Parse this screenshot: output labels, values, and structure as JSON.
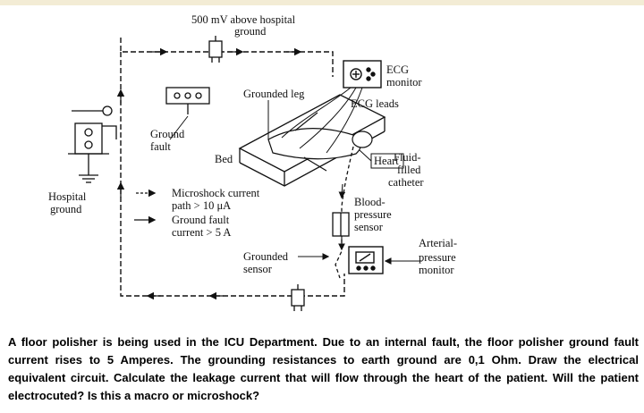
{
  "diagram": {
    "labels": {
      "potential_line1": "500 mV above hospital",
      "potential_line2": "ground",
      "ecg_monitor_line1": "ECG",
      "ecg_monitor_line2": "monitor",
      "grounded_leg": "Grounded leg",
      "ecg_leads": "ECG leads",
      "ground_fault_line1": "Ground",
      "ground_fault_line2": "fault",
      "bed": "Bed",
      "heart": "Heart",
      "fluid_line1": "Fluid-",
      "fluid_line2": "filled",
      "fluid_line3": "catheter",
      "hospital_ground_line1": "Hospital",
      "hospital_ground_line2": "ground",
      "legend_micro_line1": "Microshock current",
      "legend_micro_line2": "path > 10 μA",
      "legend_ground_line1": "Ground fault",
      "legend_ground_line2": "current > 5 A",
      "bp_sensor_line1": "Blood-",
      "bp_sensor_line2": "pressure",
      "bp_sensor_line3": "sensor",
      "grounded_sensor_line1": "Grounded",
      "grounded_sensor_line2": "sensor",
      "arterial_line1": "Arterial-",
      "arterial_line2": "pressure",
      "arterial_line3": "monitor"
    }
  },
  "question": "A floor polisher is being used in the ICU Department. Due to an internal fault, the floor polisher ground fault current rises to 5 Amperes. The grounding resistances to earth ground are 0,1 Ohm. Draw the electrical equivalent circuit. Calculate the leakage current that will flow through the heart of the patient. Will the patient electrocuted? Is this a macro or microshock?"
}
